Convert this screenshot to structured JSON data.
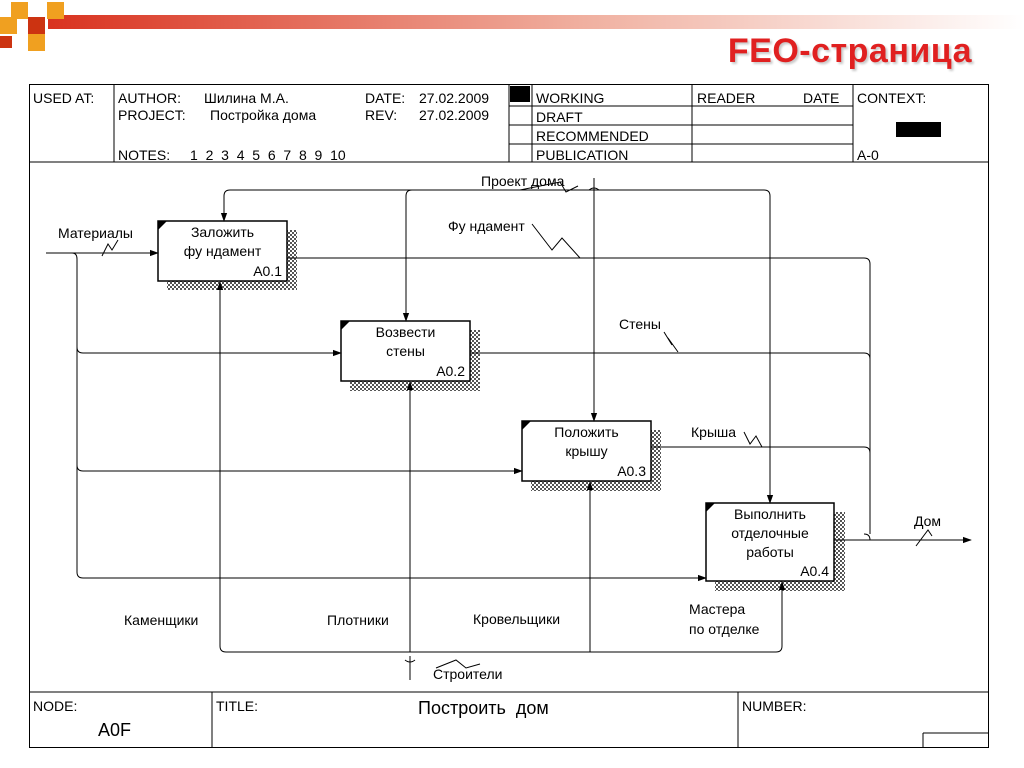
{
  "slide_title": "FEO-страница",
  "colors": {
    "title": "#e02020",
    "band_start": "#d9321f",
    "square_orange": "#f0a020",
    "square_red": "#cc3311"
  },
  "header": {
    "used_at": "USED AT:",
    "author_label": "AUTHOR:",
    "author": "Шилина М.А.",
    "project_label": "PROJECT:",
    "project": "Постройка дома",
    "date_label": "DATE:",
    "date": "27.02.2009",
    "rev_label": "REV:",
    "rev": "27.02.2009",
    "notes_label": "NOTES:",
    "notes": "1  2  3  4  5  6  7  8  9  10",
    "statuses": [
      "WORKING",
      "DRAFT",
      "RECOMMENDED",
      "PUBLICATION"
    ],
    "reader_label": "READER",
    "reader_date_label": "DATE",
    "context_label": "CONTEXT:",
    "context_node": "A-0"
  },
  "diagram": {
    "activities": [
      {
        "line1": "Заложить",
        "line2": "фу ндамент",
        "line3": "",
        "id": "A0.1"
      },
      {
        "line1": "Возвести",
        "line2": "стены",
        "line3": "",
        "id": "A0.2"
      },
      {
        "line1": "Положить",
        "line2": "крышу",
        "line3": "",
        "id": "A0.3"
      },
      {
        "line1": "Выполнить",
        "line2": "отделочные",
        "line3": "работы",
        "id": "A0.4"
      }
    ],
    "arrows": {
      "project": "Проект дома",
      "materials": "Материалы",
      "foundation": "Фу ндамент",
      "walls": "Стены",
      "roof": "Крыша",
      "house": "Дом",
      "masons": "Каменщики",
      "carpenters": "Плотники",
      "roofers": "Кровельщики",
      "finishers_1": "Мастера",
      "finishers_2": "по отделке",
      "builders": "Строители"
    }
  },
  "footer": {
    "node_label": "NODE:",
    "node": "A0F",
    "title_label": "TITLE:",
    "title": "Построить  дом",
    "number_label": "NUMBER:"
  }
}
